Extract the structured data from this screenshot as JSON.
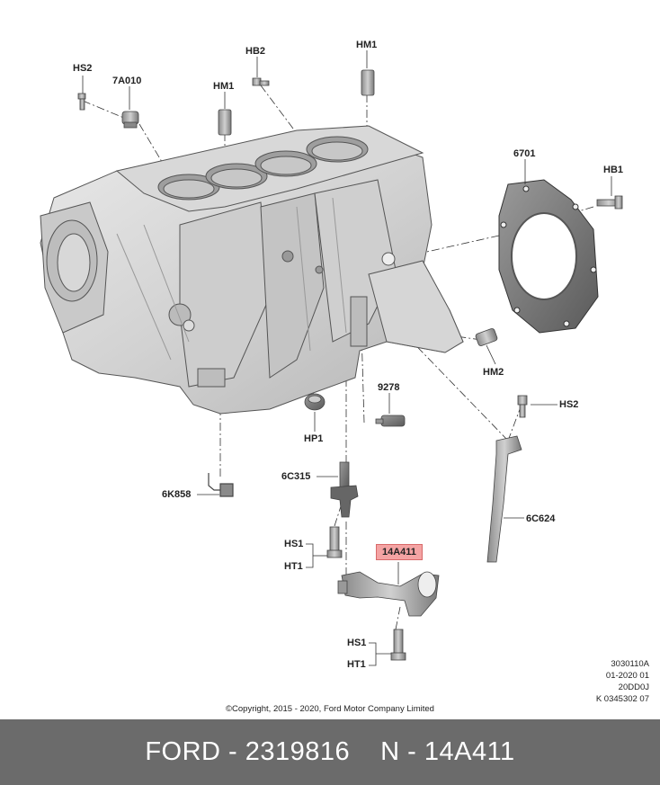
{
  "labels": {
    "hs2_top": "HS2",
    "p7a010": "7A010",
    "hb2": "HB2",
    "hm1_top": "HM1",
    "hm1_left": "HM1",
    "p6701": "6701",
    "hb1": "HB1",
    "hm2": "HM2",
    "p9278": "9278",
    "hp1": "HP1",
    "hs2_right": "HS2",
    "p6c315": "6C315",
    "p6k858": "6K858",
    "p6c624": "6C624",
    "hs1_mid": "HS1",
    "ht1_mid": "HT1",
    "p14a411": "14A411",
    "hs1_bottom": "HS1",
    "ht1_bottom": "HT1"
  },
  "meta": {
    "line1": "3030110A",
    "line2": "01-2020 01",
    "line3": "20DD0J",
    "line4": "K 0345302 07"
  },
  "copyright": "©Copyright, 2015 - 2020, Ford Motor Company Limited",
  "footer": {
    "brand": "FORD - 2319816",
    "part": "N - 14A411"
  },
  "colors": {
    "highlight": "#f4a3a3",
    "footer_bg": "#6b6b6b"
  }
}
